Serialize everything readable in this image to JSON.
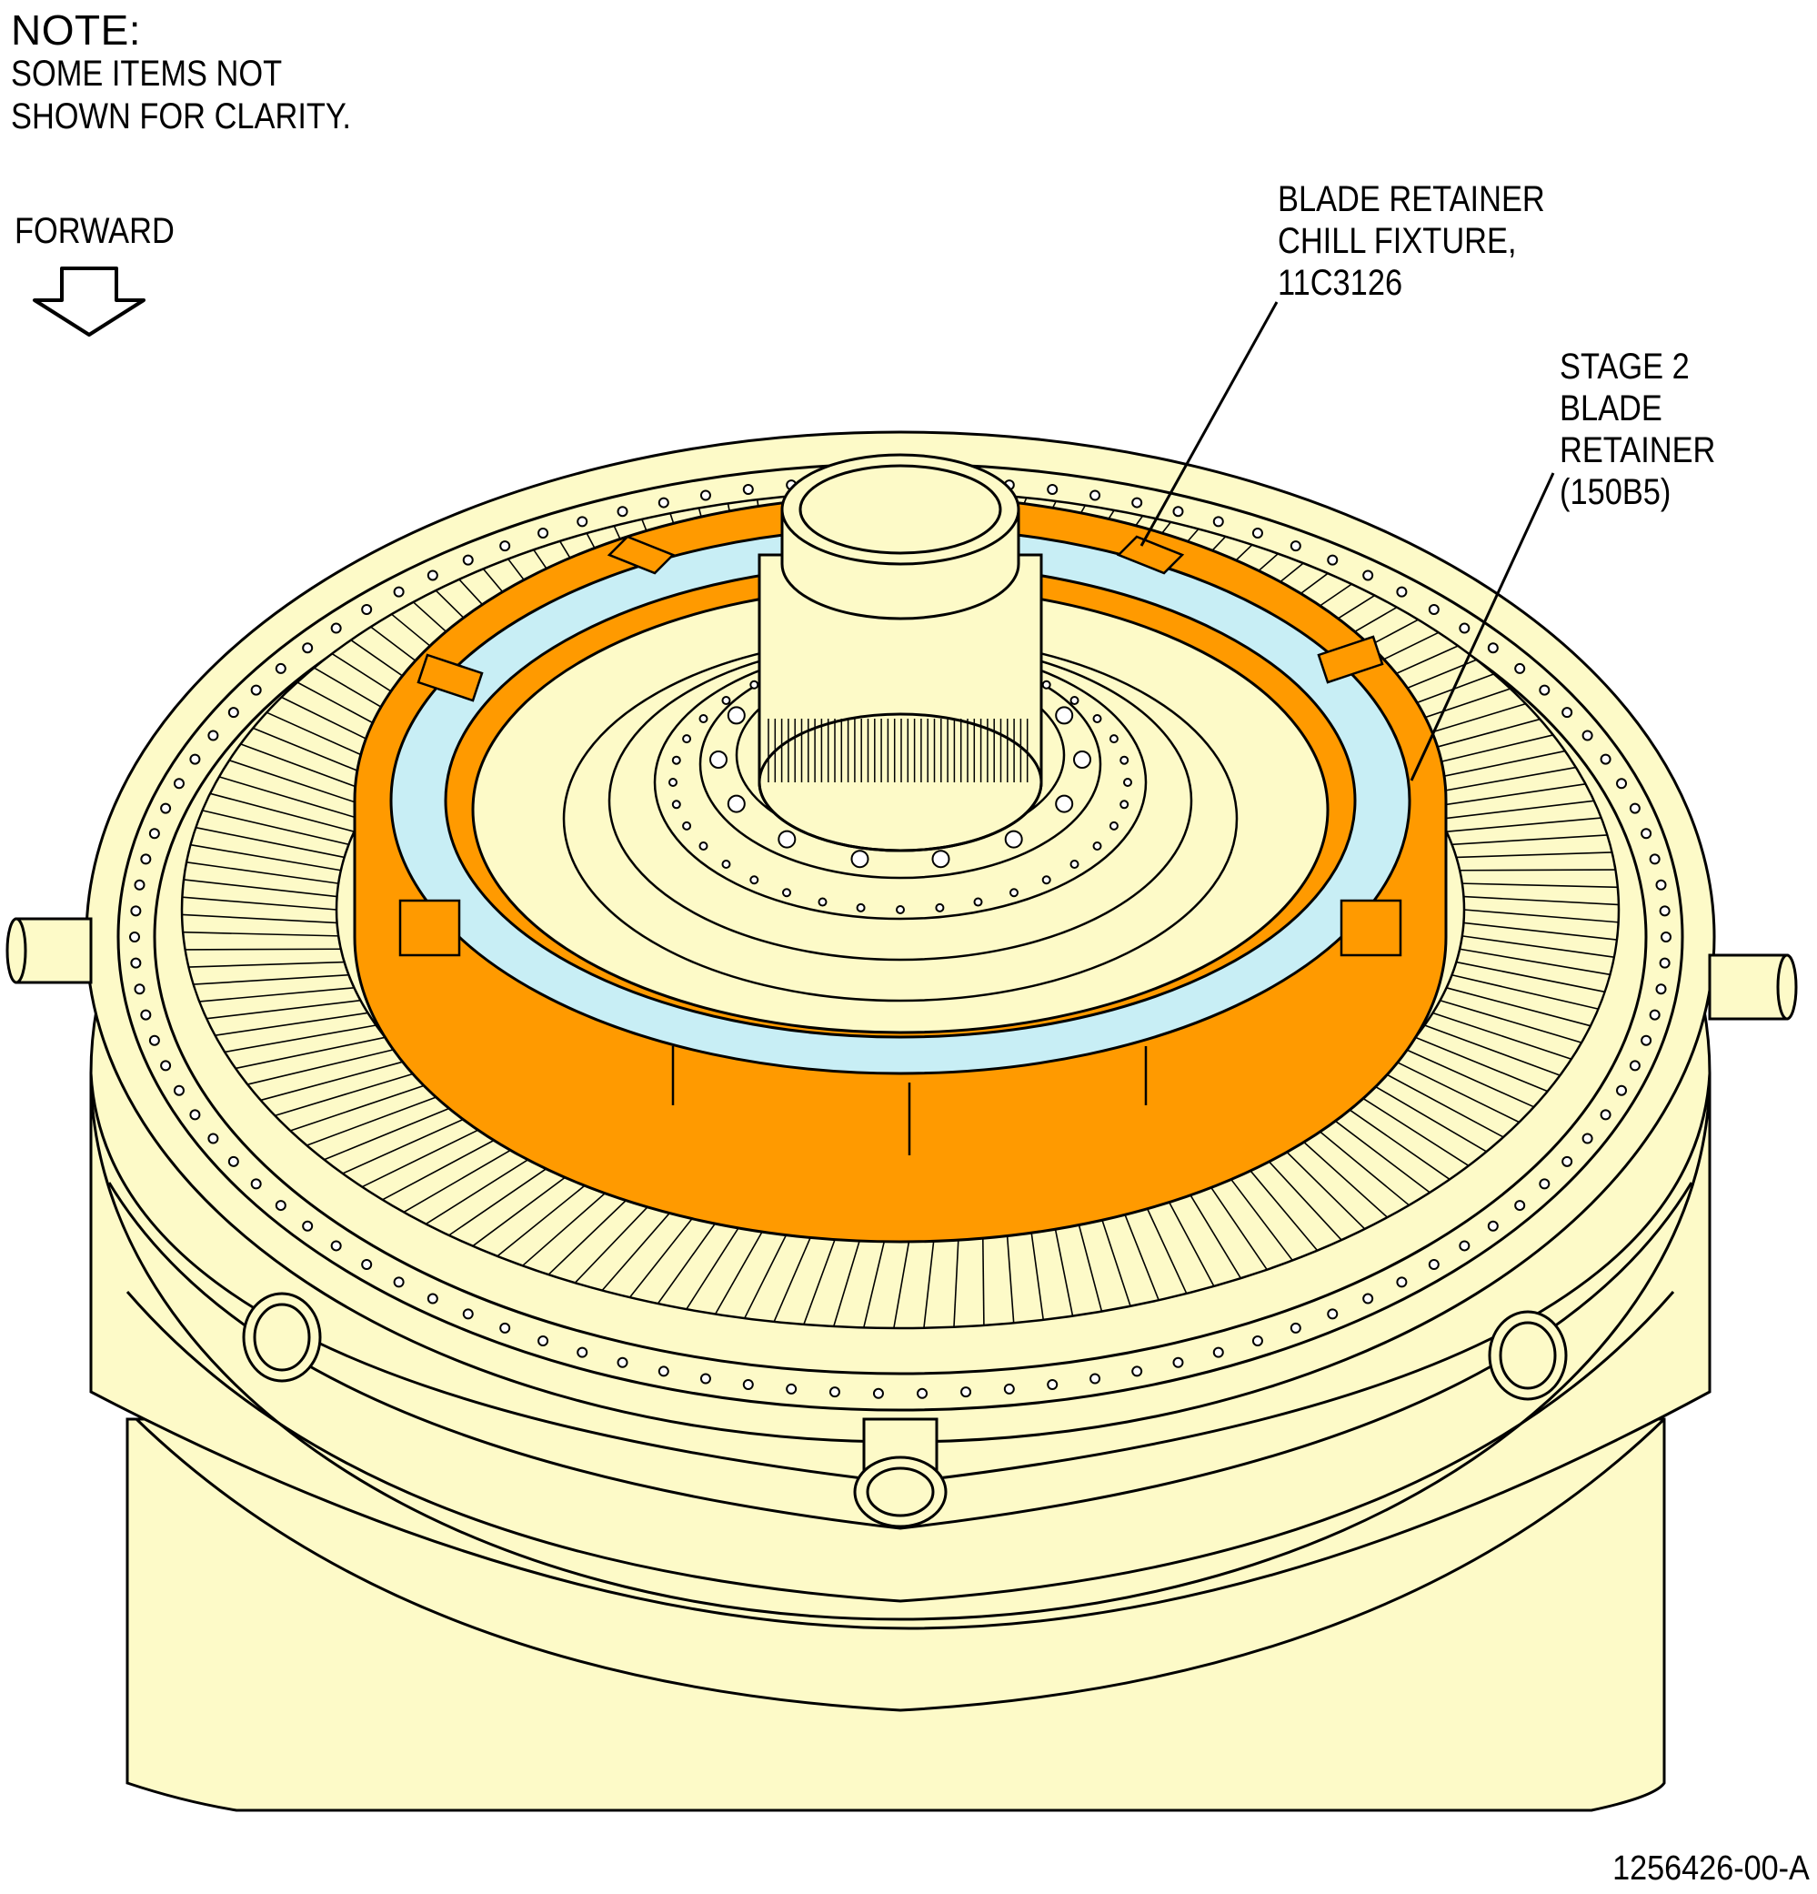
{
  "note": {
    "title": "NOTE:",
    "body": "SOME ITEMS NOT\nSHOWN FOR CLARITY."
  },
  "direction": {
    "label": "FORWARD",
    "icon": "down-arrow-outline-icon"
  },
  "callouts": [
    {
      "text": "BLADE RETAINER\nCHILL FIXTURE,\n11C3126"
    },
    {
      "text": "STAGE 2 BLADE\nRETAINER\n(150B5)"
    }
  ],
  "figure_number": "1256426-00-A",
  "colors": {
    "engine_body": "#FDFAC8",
    "chill_fixture": "#FF9A00",
    "blade_retainer": "#C8EEF5",
    "line": "#000000"
  }
}
